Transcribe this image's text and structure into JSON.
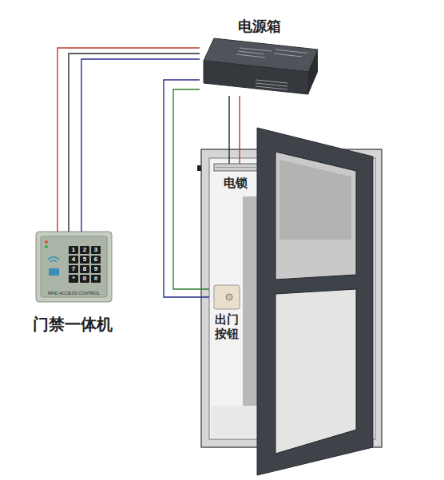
{
  "diagram": {
    "nodes": [
      {
        "text": [
          "电源箱"
        ]
      },
      {
        "text": [
          "电锁"
        ]
      },
      {
        "text": [
          "门禁一体机"
        ]
      },
      {
        "text": [
          "出门 按钮"
        ]
      }
    ],
    "edges": [
      {
        "from": 0,
        "to": 2,
        "arrow": "none"
      },
      {
        "from": 0,
        "to": 1,
        "arrow": "none"
      },
      {
        "from": 0,
        "to": 3,
        "arrow": "none"
      }
    ],
    "labels": [
      "1",
      "2",
      "3",
      "4",
      "5",
      "6",
      "7",
      "8",
      "9",
      "*",
      "0",
      "#",
      "RFID ACCESS CONTROL"
    ]
  }
}
